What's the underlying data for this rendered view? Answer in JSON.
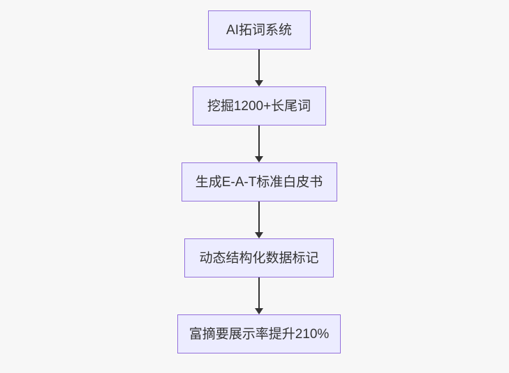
{
  "page": {
    "background_color": "#f7f7f7"
  },
  "flowchart": {
    "type": "vertical-flow",
    "colors": {
      "node_fill": "#ECECFF",
      "node_border": "#9370DB",
      "text_color": "#333333",
      "arrow_color": "#333333"
    },
    "nodes": [
      {
        "label": "AI拓词系统"
      },
      {
        "label": "挖掘1200+长尾词"
      },
      {
        "label": "生成E-A-T标准白皮书"
      },
      {
        "label": "动态结构化数据标记"
      },
      {
        "label": "富摘要展示率提升210%"
      }
    ]
  }
}
